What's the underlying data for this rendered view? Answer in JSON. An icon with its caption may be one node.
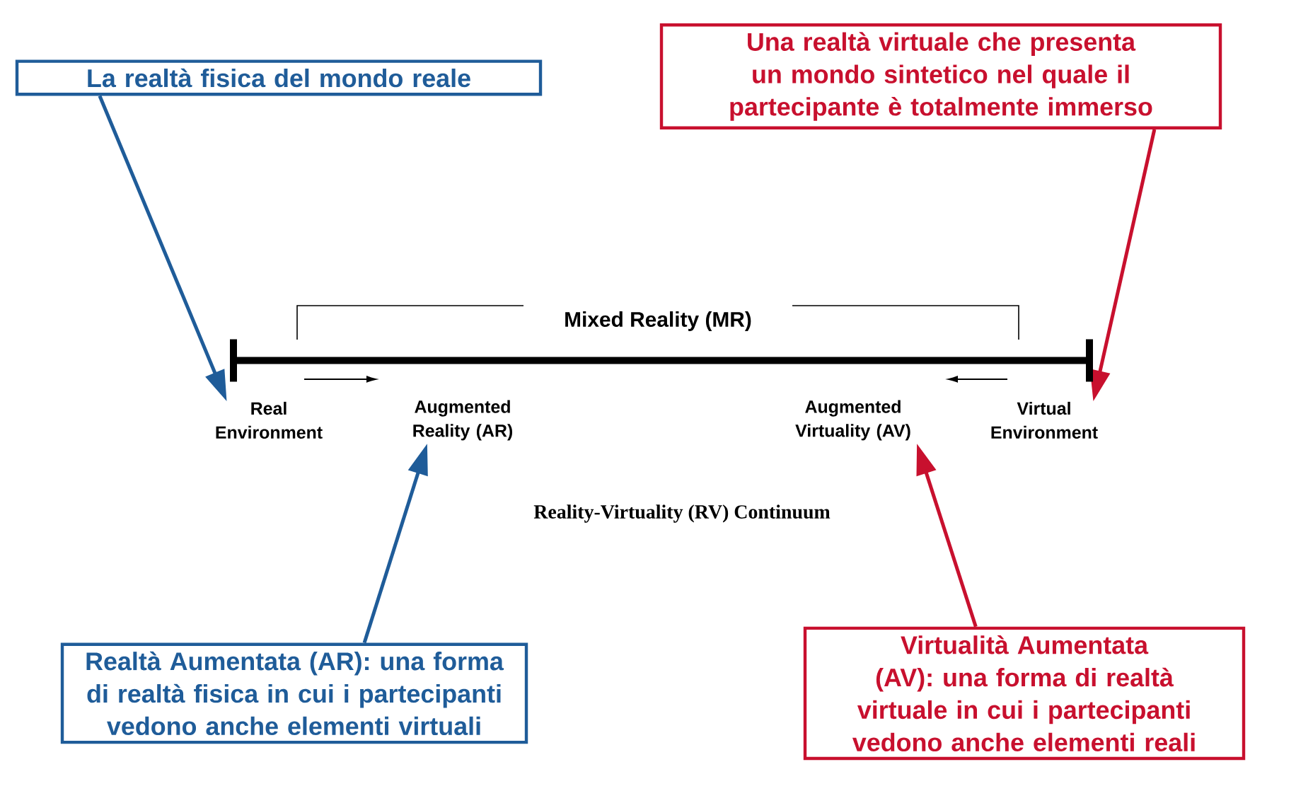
{
  "diagram": {
    "nodes": [
      {
        "text": [
          "La realtà fisica del mondo reale"
        ]
      },
      {
        "text": [
          "Una realtà virtuale che presenta un mondo sintetico nel quale il partecipante è totalmente immerso"
        ]
      },
      {
        "text": [
          "Real Environment"
        ]
      },
      {
        "text": [
          "Augmented Reality (AR)"
        ]
      },
      {
        "text": [
          "Augmented Virtuality (AV)"
        ]
      },
      {
        "text": [
          "Virtual Environment"
        ]
      },
      {
        "text": [
          "Realtà Aumentata (AR): una forma di realtà fisica in cui i partecipanti vedono anche elementi virtuali"
        ]
      },
      {
        "text": [
          "Virtualità Aumentata (AV): una forma di realtà virtuale in cui i partecipanti vedono anche elementi reali"
        ]
      }
    ],
    "edges": [
      {
        "from": 0,
        "to": 2,
        "arrow": "to",
        "color": "#1f5c99"
      },
      {
        "from": 1,
        "to": 5,
        "arrow": "to",
        "color": "#c8102e"
      },
      {
        "from": 6,
        "to": 3,
        "arrow": "to",
        "color": "#1f5c99"
      },
      {
        "from": 7,
        "to": 4,
        "arrow": "to",
        "color": "#c8102e"
      },
      {
        "from": 2,
        "to": 5,
        "arrow": "none",
        "style": "thick",
        "color": "#000000"
      }
    ],
    "labels": [
      "Mixed Reality (MR)",
      "Reality-Virtuality (RV) Continuum"
    ]
  }
}
